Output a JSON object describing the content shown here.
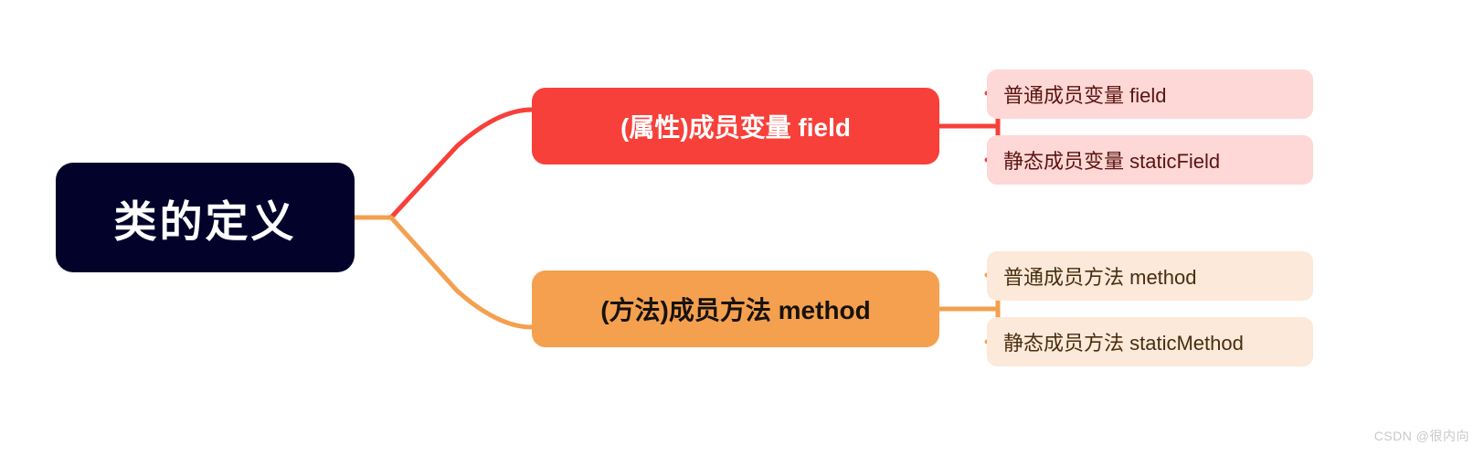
{
  "diagram": {
    "type": "mindmap",
    "orientation": "left-to-right",
    "root": {
      "label": "类的定义",
      "color": "#03022B",
      "text_color": "#FFFFFF"
    },
    "branches": [
      {
        "id": "field",
        "label": "(属性)成员变量 field",
        "color": "#F7403A",
        "text_color": "#FFFFFF",
        "connector_color": "#F7403A",
        "leaf_bg": "#FDD8D6",
        "leaf_text_color": "#5B1410",
        "leaves": [
          {
            "label": "普通成员变量 field"
          },
          {
            "label": "静态成员变量 staticField"
          }
        ]
      },
      {
        "id": "method",
        "label": "(方法)成员方法 method",
        "color": "#F4A04F",
        "text_color": "#17120C",
        "connector_color": "#F4A04F",
        "leaf_bg": "#FCE9D9",
        "leaf_text_color": "#4A2D10",
        "leaves": [
          {
            "label": "普通成员方法 method"
          },
          {
            "label": "静态成员方法 staticMethod"
          }
        ]
      }
    ]
  },
  "watermark": {
    "text": "CSDN @很内向"
  }
}
